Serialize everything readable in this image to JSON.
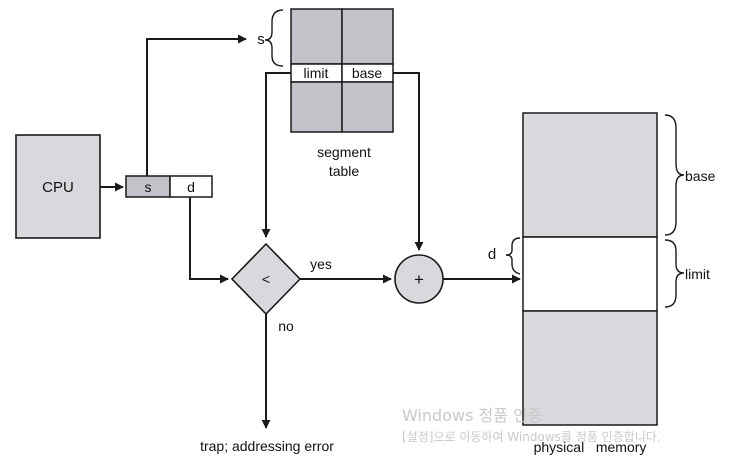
{
  "diagram": {
    "cpu_label": "CPU",
    "address": {
      "s": "s",
      "d": "d"
    },
    "segment_pointer_label": "s",
    "segment_table": {
      "col_limit": "limit",
      "col_base": "base",
      "caption_line1": "segment",
      "caption_line2": "table"
    },
    "compare_symbol": "<",
    "yes_label": "yes",
    "no_label": "no",
    "adder_symbol": "+",
    "trap_label": "trap; addressing error",
    "offset_label": "d",
    "memory": {
      "base_label": "base",
      "limit_label": "limit",
      "caption": "physical   memory"
    },
    "colors": {
      "cpu_fill": "#d9d9dd",
      "table_fill": "#c4c2c8",
      "memory_fill": "#d9d9dd",
      "stroke": "#1a1a1a"
    }
  },
  "watermark": {
    "title": "Windows 정품 인증",
    "subtitle": "[설정]으로 이동하여 Windows를 정품 인증합니다."
  }
}
